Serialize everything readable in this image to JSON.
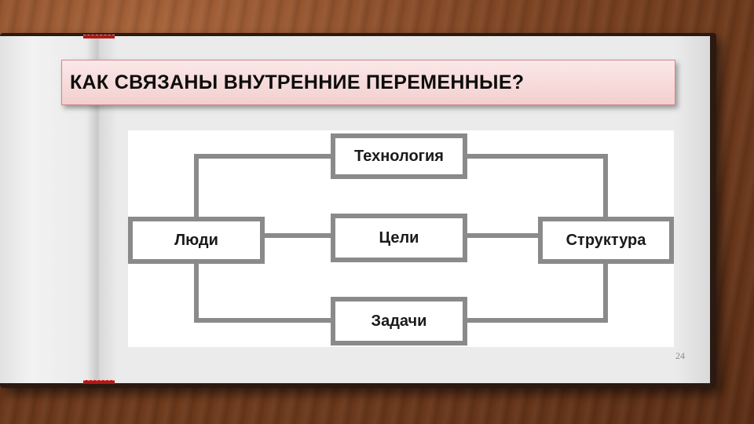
{
  "slide": {
    "title": "КАК СВЯЗАНЫ ВНУТРЕННИЕ ПЕРЕМЕННЫЕ?",
    "page_number": "24"
  },
  "diagram": {
    "nodes": {
      "technology": "Технология",
      "people": "Люди",
      "goals": "Цели",
      "structure": "Структура",
      "tasks": "Задачи"
    },
    "connections": [
      [
        "people",
        "technology"
      ],
      [
        "technology",
        "structure"
      ],
      [
        "people",
        "goals"
      ],
      [
        "goals",
        "structure"
      ],
      [
        "people",
        "tasks"
      ],
      [
        "tasks",
        "structure"
      ]
    ]
  },
  "colors": {
    "title_bg": "#f3cfcf",
    "node_border": "#8a8a8a",
    "connector": "#8a8a8a"
  }
}
